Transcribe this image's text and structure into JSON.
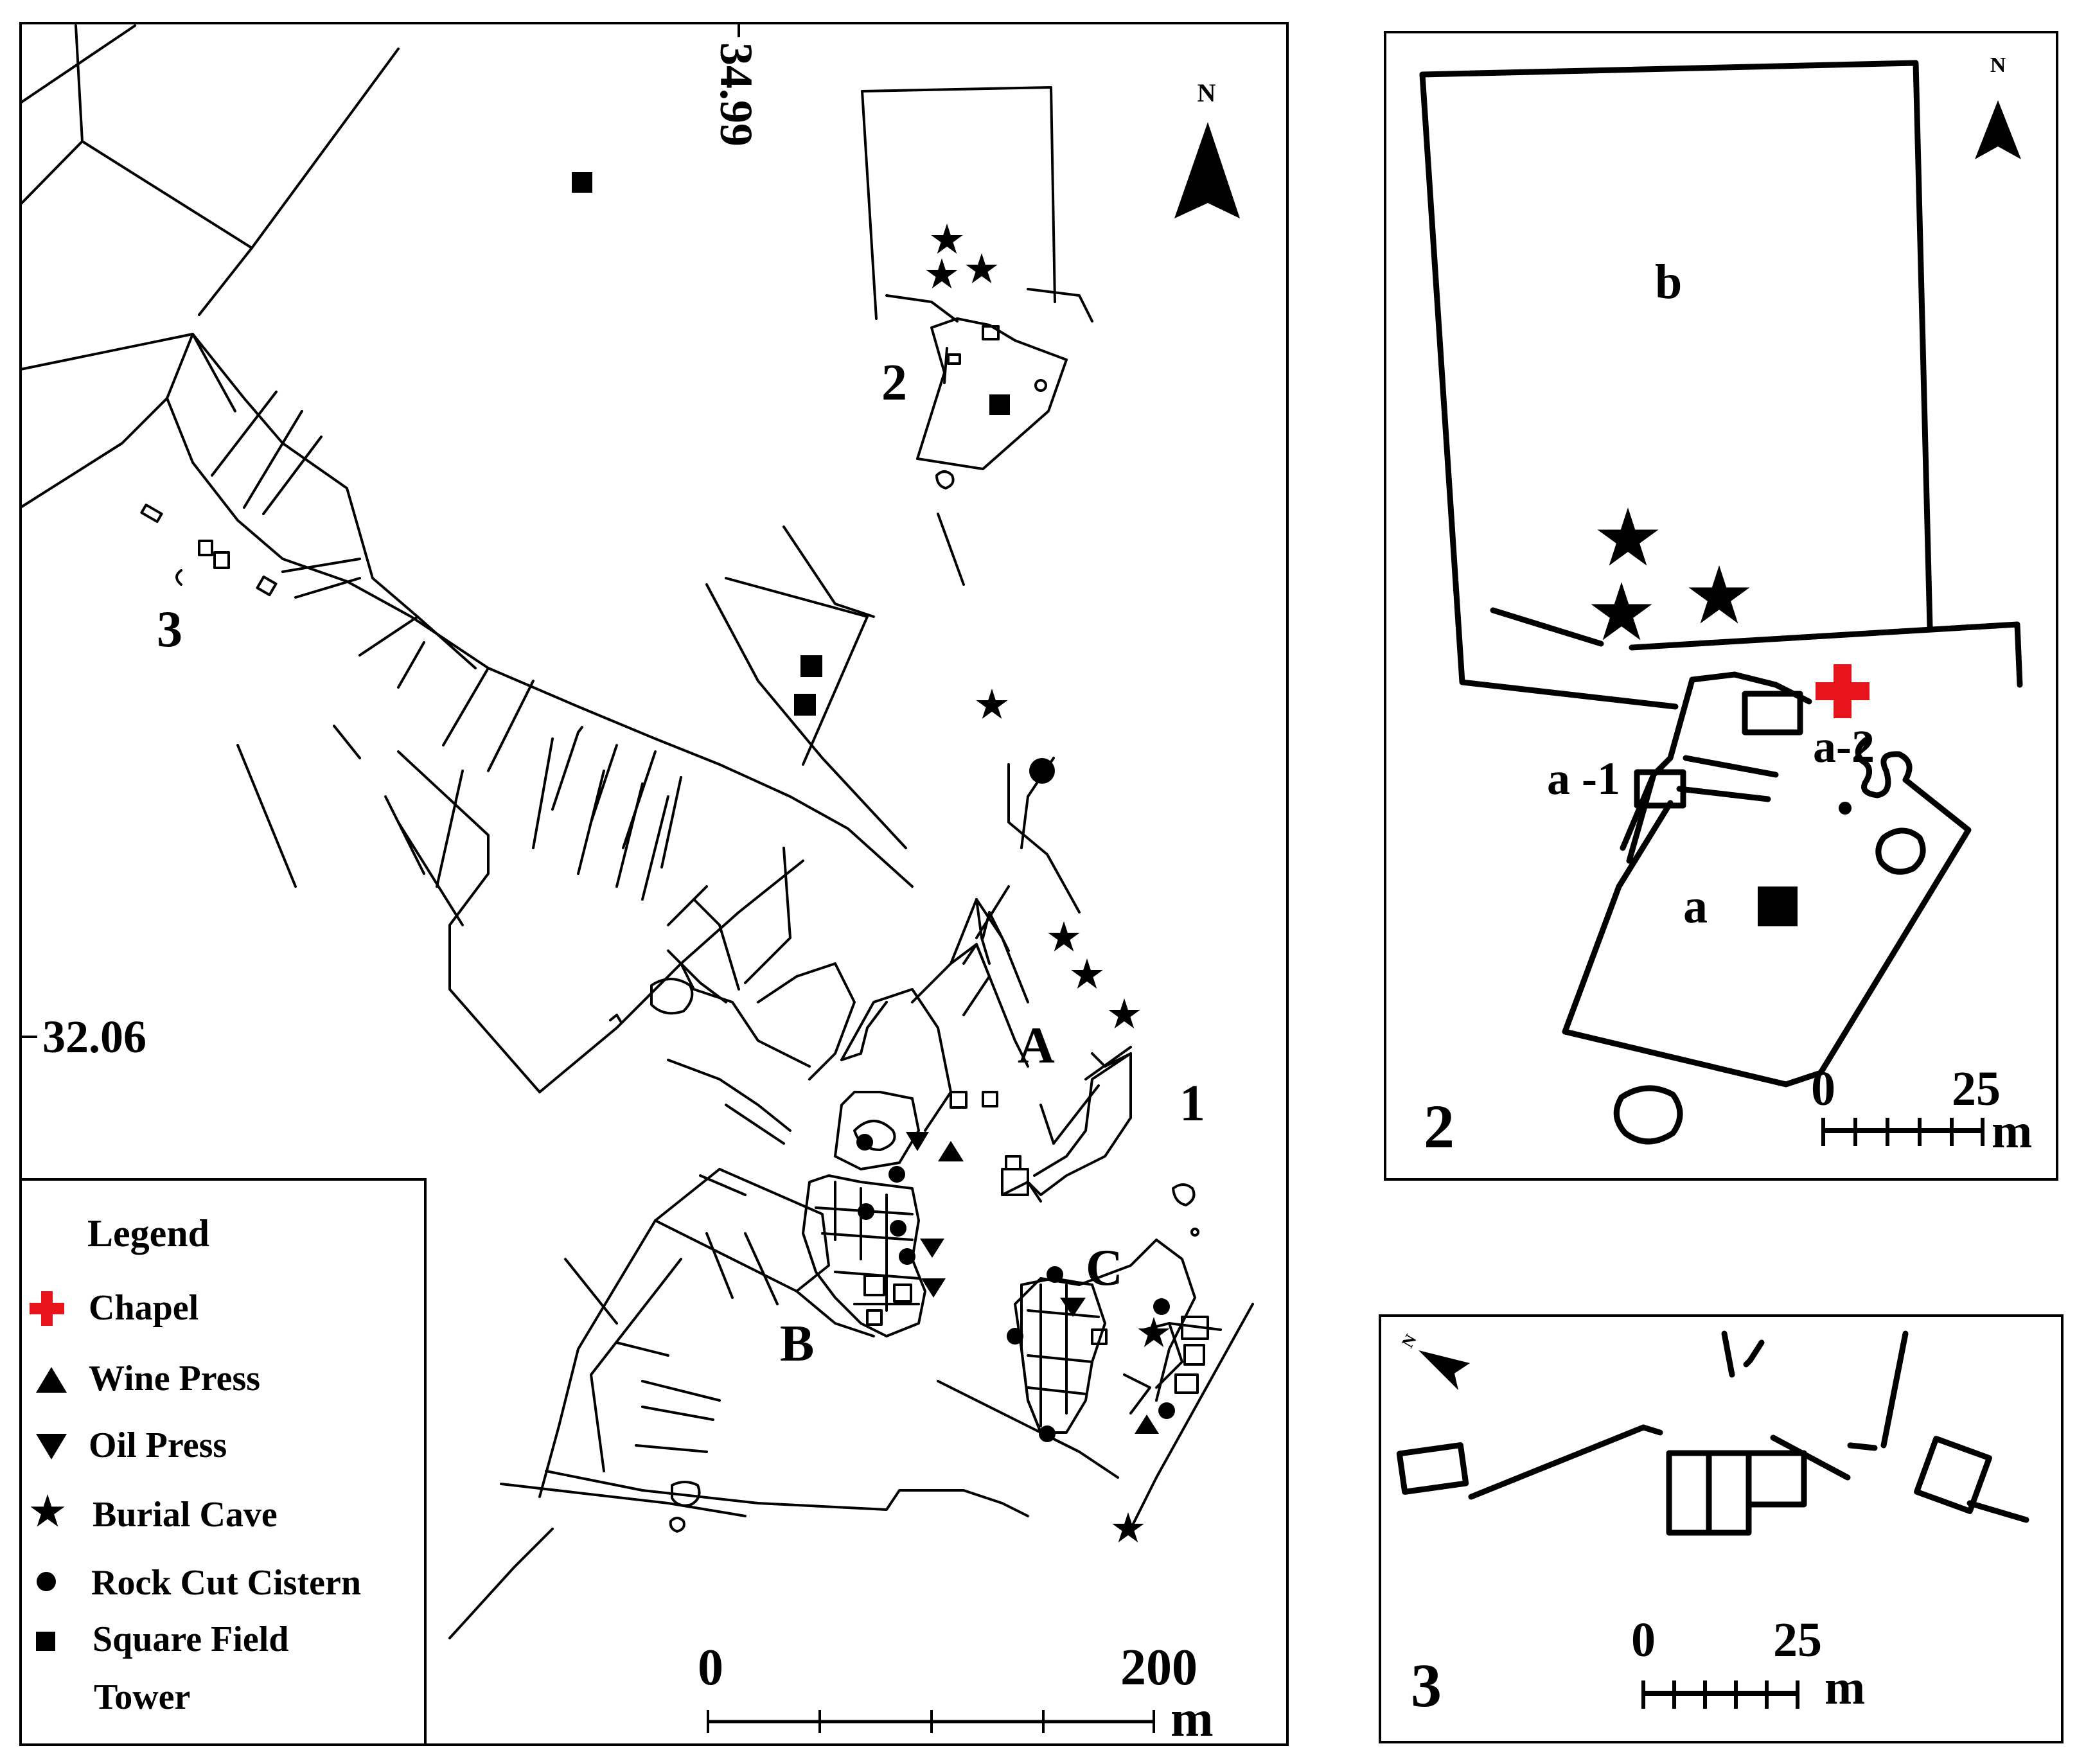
{
  "main_map": {
    "coord_top": "34.99",
    "coord_left": "32.06",
    "north_label": "N",
    "site_labels": {
      "site1": "1",
      "site2": "2",
      "site3": "3"
    },
    "area_labels": {
      "A": "A",
      "B": "B",
      "C": "C"
    },
    "scale": {
      "start": "0",
      "end": "200",
      "unit": "m"
    }
  },
  "legend": {
    "title": "Legend",
    "items": [
      {
        "label": "Chapel",
        "icon": "red-cross-icon",
        "color": "#e8141b"
      },
      {
        "label": "Wine Press",
        "icon": "triangle-up-icon"
      },
      {
        "label": "Oil Press",
        "icon": "triangle-down-icon"
      },
      {
        "label": "Burial Cave",
        "icon": "star-icon"
      },
      {
        "label": "Rock Cut Cistern",
        "icon": "circle-icon"
      },
      {
        "label": "Square Field",
        "icon": "square-icon"
      },
      {
        "label": "Tower",
        "icon": ""
      }
    ]
  },
  "inset2": {
    "number": "2",
    "north_label": "N",
    "labels": {
      "b": "b",
      "a": "a",
      "a1": "a -1",
      "a2": "a-2"
    },
    "scale": {
      "start": "0",
      "end": "25",
      "unit": "m"
    }
  },
  "inset3": {
    "number": "3",
    "north_label": "N",
    "scale": {
      "start": "0",
      "end": "25",
      "unit": "m"
    }
  },
  "colors": {
    "chapel": "#e8141b",
    "ink": "#000000"
  }
}
